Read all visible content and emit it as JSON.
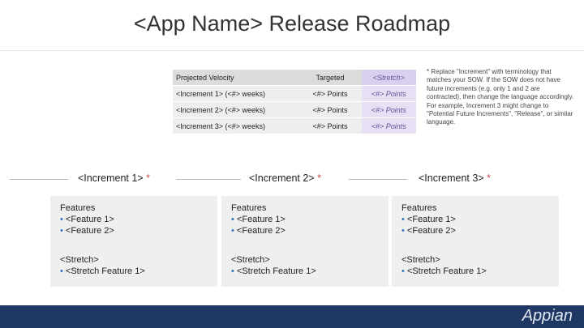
{
  "title": "<App Name> Release Roadmap",
  "velocity_table": {
    "headers": [
      "Projected Velocity",
      "Targeted",
      "<Stretch>"
    ],
    "rows": [
      [
        "<Increment 1> (<#> weeks)",
        "<#> Points",
        "<#> Points"
      ],
      [
        "<Increment 2> (<#> weeks)",
        "<#> Points",
        "<#> Points"
      ],
      [
        "<Increment 3> (<#> weeks)",
        "<#> Points",
        "<#> Points"
      ]
    ]
  },
  "note": "* Replace \"Increment\" with terminology that matches your SOW. If the SOW does not have future increments (e.g. only 1 and 2 are contracted), then change the language accordingly. For example, Increment 3 might change to \"Potential Future Increments\", \"Release\", or similar language.",
  "increments": [
    {
      "header": "<Increment 1>",
      "star": "*",
      "features_label": "Features",
      "features": [
        "<Feature 1>",
        "<Feature 2>"
      ],
      "stretch_label": "<Stretch>",
      "stretch": [
        "<Stretch Feature 1>"
      ]
    },
    {
      "header": "<Increment 2>",
      "star": "*",
      "features_label": "Features",
      "features": [
        "<Feature 1>",
        "<Feature 2>"
      ],
      "stretch_label": "<Stretch>",
      "stretch": [
        "<Stretch Feature 1>"
      ]
    },
    {
      "header": "<Increment 3>",
      "star": "*",
      "features_label": "Features",
      "features": [
        "<Feature 1>",
        "<Feature 2>"
      ],
      "stretch_label": "<Stretch>",
      "stretch": [
        "<Stretch Feature 1>"
      ]
    }
  ],
  "bullet_glyph": "•",
  "footer": {
    "logo_text": "Appian",
    "color": "#1f3763"
  },
  "colors": {
    "star": "#d04a5a",
    "bullet": "#2f6fc1",
    "stretch_column": "#e7e0f5"
  }
}
